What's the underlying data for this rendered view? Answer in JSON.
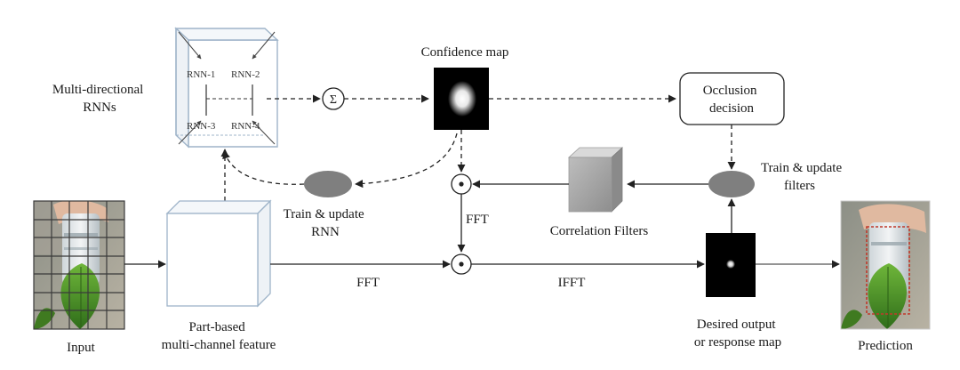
{
  "labels": {
    "multi_directional_rnns": [
      "Multi-directional",
      "RNNs"
    ],
    "rnn_1": "RNN-1",
    "rnn_2": "RNN-2",
    "rnn_3": "RNN-3",
    "rnn_4": "RNN-4",
    "sum_symbol": "Σ",
    "confidence_map": "Confidence map",
    "occlusion_decision": [
      "Occlusion",
      "decision"
    ],
    "train_update_filters": [
      "Train & update",
      "filters"
    ],
    "train_update_rnn": [
      "Train & update",
      "RNN"
    ],
    "correlation_filters": "Correlation Filters",
    "fft_vertical": "FFT",
    "fft_bottom": "FFT",
    "ifft": "IFFT",
    "input": "Input",
    "part_based_feature": [
      "Part-based",
      "multi-channel feature"
    ],
    "desired_output": [
      "Desired output",
      "or response map"
    ],
    "prediction": "Prediction"
  },
  "colors": {
    "line": "#222222",
    "ellipse": "#7f7f7f",
    "box_edge": "#7f9bb8",
    "leaf_green": "#4f8f2a",
    "grid_line": "#3a3a3a",
    "prediction_box": "#c0392b"
  },
  "icons": {
    "sum_node": "summation-circle-icon",
    "multiply_nodes": "elementwise-product-icon"
  }
}
